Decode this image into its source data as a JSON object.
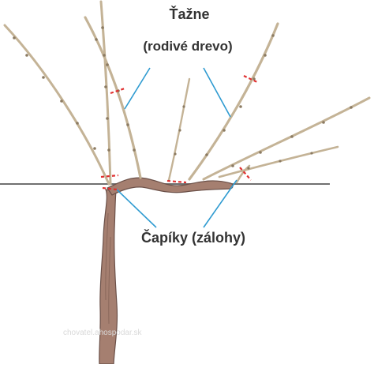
{
  "labels": {
    "canes_title": "Ťažne",
    "canes_subtitle": "(rodivé drevo)",
    "spurs": "Čapíky (zálohy)"
  },
  "watermark": "chovatel.ahospodar.sk",
  "colors": {
    "trunk": "#a57f70",
    "trunk_outline": "#6b5048",
    "cane": "#c4b396",
    "bud": "#8c7b62",
    "wire": "#707070",
    "leader_line": "#2f9bd1",
    "cut_mark": "#e03030",
    "text": "#333333"
  },
  "icons": {
    "cut_mark": "red-dashed-cut-marker"
  }
}
